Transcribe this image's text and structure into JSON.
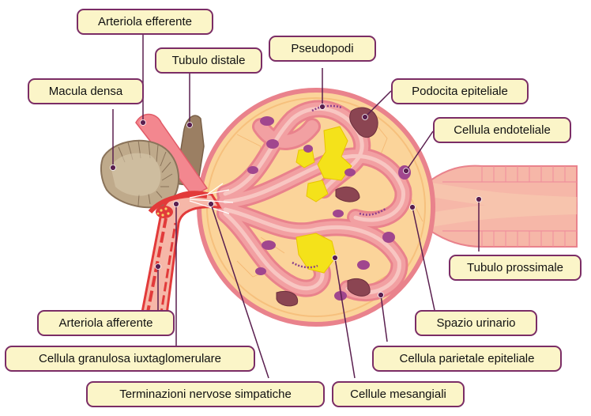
{
  "labels": {
    "arteriola_efferente": "Arteriola efferente",
    "tubulo_distale": "Tubulo distale",
    "pseudopodi": "Pseudopodi",
    "macula_densa": "Macula densa",
    "podocita_epiteliale": "Podocita epiteliale",
    "cellula_endoteliale": "Cellula endoteliale",
    "tubulo_prossimale": "Tubulo prossimale",
    "spazio_urinario": "Spazio urinario",
    "arteriola_afferente": "Arteriola afferente",
    "cellula_parietale_epiteliale": "Cellula parietale epiteliale",
    "cellula_granulosa": "Cellula granulosa iuxtaglomerulare",
    "terminazioni_nervose": "Terminazioni nervose simpatiche",
    "cellule_mesangiali": "Cellule mesangiali"
  },
  "colors": {
    "label_fill": "#fbf5c8",
    "label_border": "#7b2d66",
    "leader_line": "#5a1f4f",
    "capsule_fill": "#fbd49a",
    "capsule_border": "#e9828c",
    "capillary": "#f2a0a2",
    "mesangial": "#f4e21a",
    "nucleus": "#a0468e",
    "podocyte": "#8b4552",
    "tubule_wall": "#f6b7a8",
    "macula_densa": "#bfaa8b",
    "distal_tubule": "#9b7f63",
    "arteriole": "#e23a3a"
  }
}
